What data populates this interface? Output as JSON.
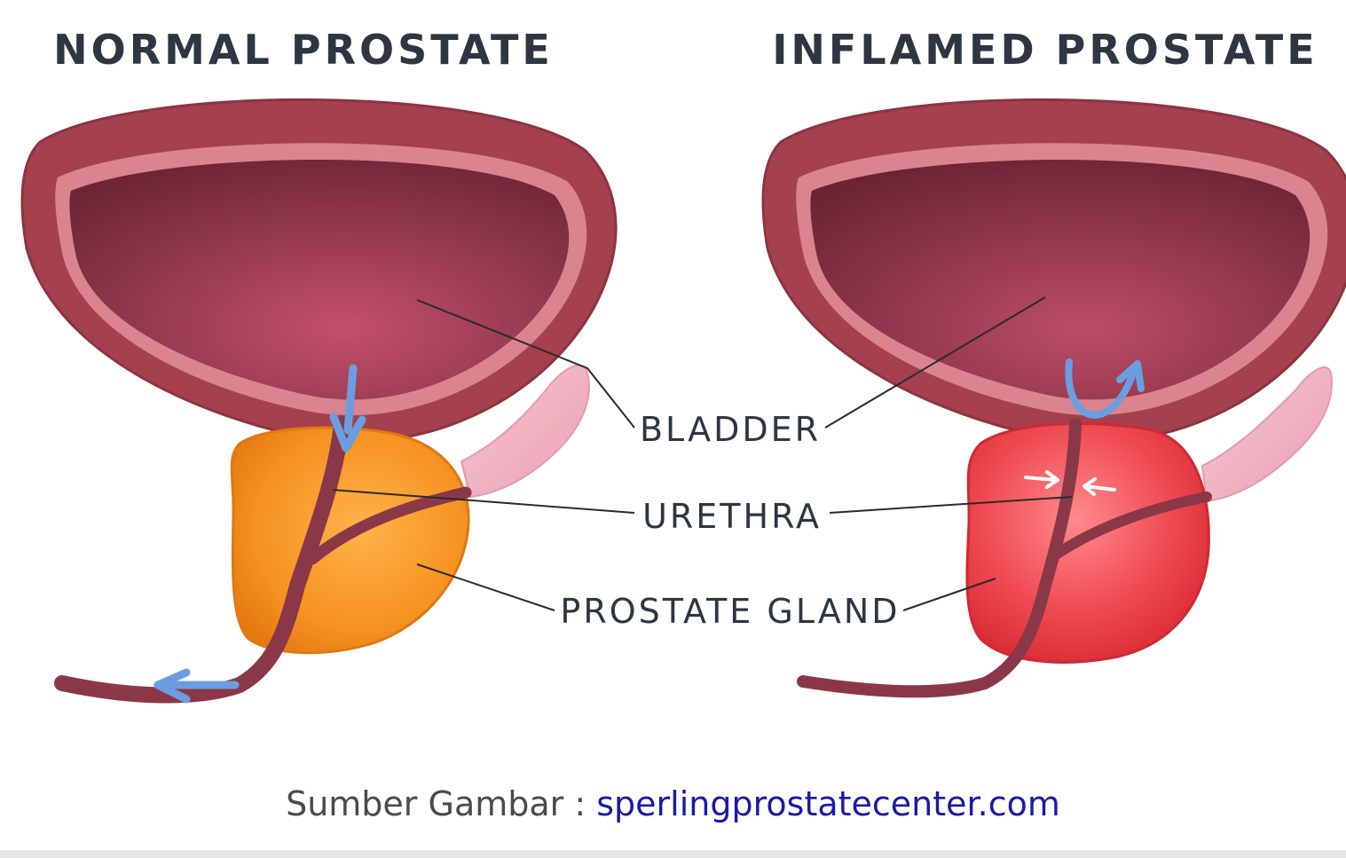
{
  "diagram": {
    "normal_title": "NORMAL PROSTATE",
    "inflamed_title": "INFLAMED PROSTATE",
    "labels": {
      "bladder": "BLADDER",
      "urethra": "URETHRA",
      "prostate_gland": "PROSTATE GLAND"
    }
  },
  "caption": {
    "prefix": "Sumber Gambar : ",
    "source": "sperlingprostatecenter.com"
  },
  "colors": {
    "title_text": "#2d3642",
    "bladder_outer": "#a5404e",
    "bladder_inner": "#7a2a3a",
    "urethra": "#8a3848",
    "normal_gland": "#f08a1c",
    "inflamed_gland": "#e8343e",
    "flow_arrow": "#6b9ee0",
    "caption_link": "#1a1aa6"
  }
}
